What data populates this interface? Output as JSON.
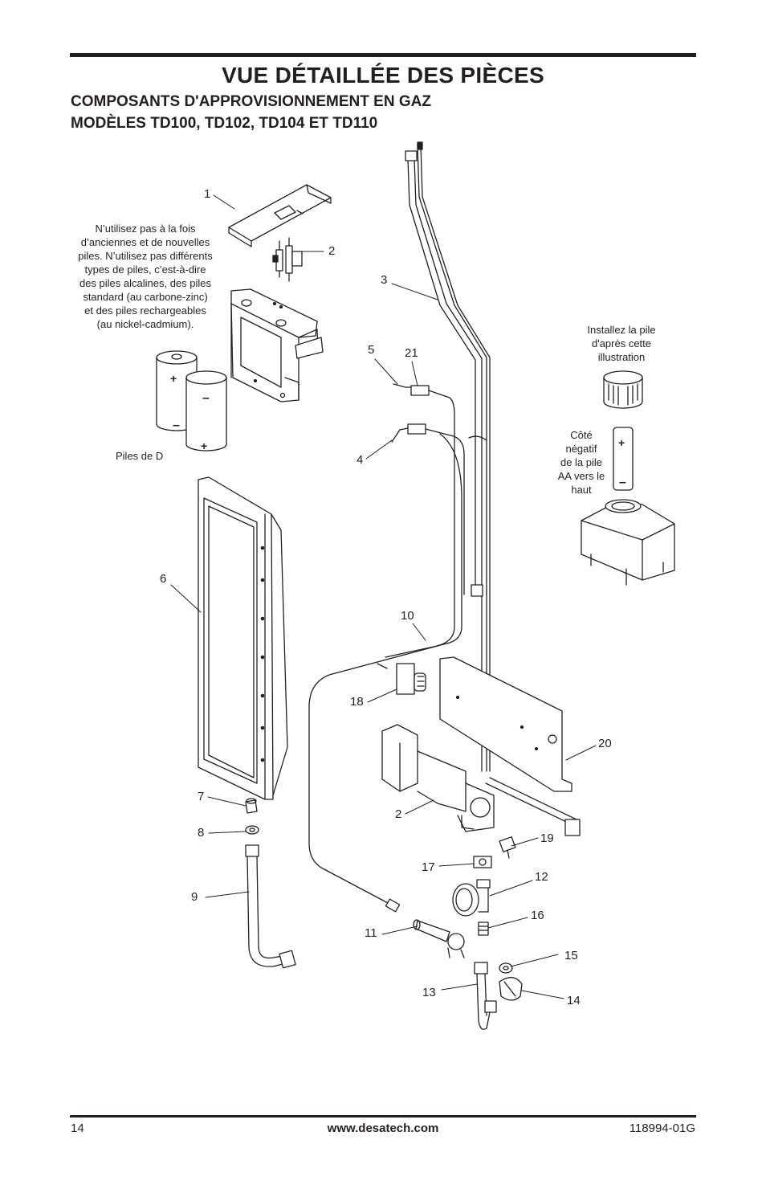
{
  "header": {
    "title": "VUE DÉTAILLÉE DES PIÈCES",
    "subtitle_line1": "COMPOSANTS D'APPROVISIONNEMENT EN GAZ",
    "subtitle_line2": "MODÈLES TD100, TD102, TD104 ET TD110"
  },
  "notes": {
    "battery_warning": [
      "N’utilisez pas à la fois",
      "d’anciennes et de nouvelles",
      "piles. N’utilisez pas différents",
      "types de piles, c’est-à-dire",
      "des piles alcalines, des piles",
      "standard (au carbone-zinc)",
      "et des piles rechargeables",
      "(au nickel-cadmium)."
    ],
    "d_batteries": "Piles de D",
    "install_battery": [
      "Installez la pile",
      "d'après cette",
      "illustration"
    ],
    "negative_side": [
      "Côté",
      "négatif",
      "de la pile",
      "AA vers le",
      "haut"
    ]
  },
  "callouts": [
    "1",
    "2",
    "3",
    "5",
    "21",
    "4",
    "6",
    "10",
    "18",
    "20",
    "7",
    "2",
    "8",
    "19",
    "17",
    "9",
    "12",
    "16",
    "11",
    "15",
    "13",
    "14"
  ],
  "footer": {
    "page_number": "14",
    "website": "www.desatech.com",
    "doc_number": "118994-01G"
  }
}
